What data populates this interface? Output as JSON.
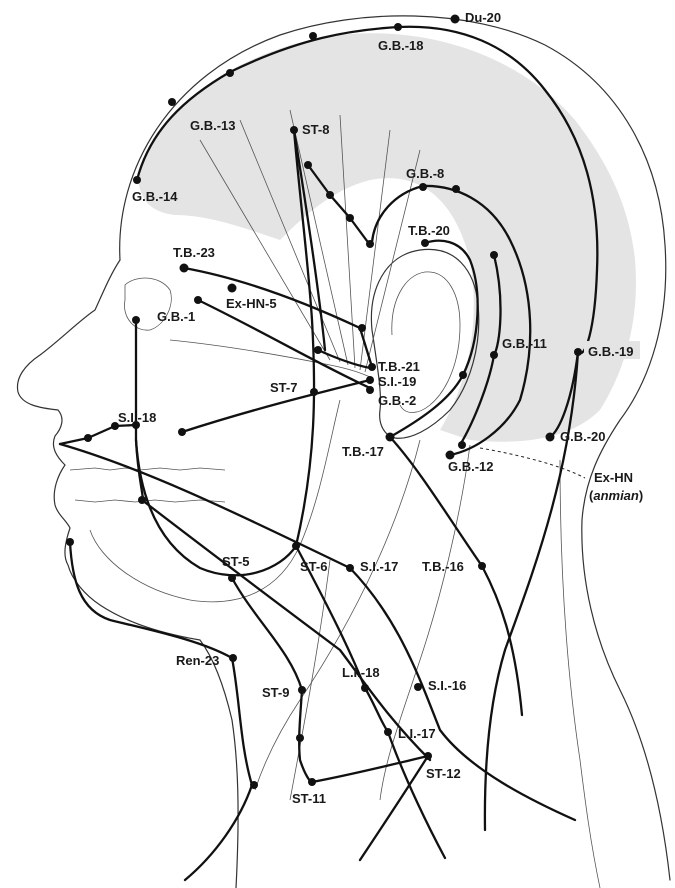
{
  "figure": {
    "points": [
      {
        "id": "du20",
        "label": "Du-20"
      },
      {
        "id": "gb18",
        "label": "G.B.-18"
      },
      {
        "id": "gb13",
        "label": "G.B.-13"
      },
      {
        "id": "st8",
        "label": "ST-8"
      },
      {
        "id": "gb14",
        "label": "G.B.-14"
      },
      {
        "id": "gb8",
        "label": "G.B.-8"
      },
      {
        "id": "tb20",
        "label": "T.B.-20"
      },
      {
        "id": "tb23",
        "label": "T.B.-23"
      },
      {
        "id": "exhn5",
        "label": "Ex-HN-5"
      },
      {
        "id": "gb1",
        "label": "G.B.-1"
      },
      {
        "id": "gb11",
        "label": "G.B.-11"
      },
      {
        "id": "gb19",
        "label": "G.B.-19"
      },
      {
        "id": "tb21",
        "label": "T.B.-21"
      },
      {
        "id": "si19",
        "label": "S.I.-19"
      },
      {
        "id": "st7",
        "label": "ST-7"
      },
      {
        "id": "gb2",
        "label": "G.B.-2"
      },
      {
        "id": "si18",
        "label": "S.I.-18"
      },
      {
        "id": "tb17",
        "label": "T.B.-17"
      },
      {
        "id": "gb20",
        "label": "G.B.-20"
      },
      {
        "id": "gb12",
        "label": "G.B.-12"
      },
      {
        "id": "st5",
        "label": "ST-5"
      },
      {
        "id": "st6",
        "label": "ST-6"
      },
      {
        "id": "si17",
        "label": "S.I.-17"
      },
      {
        "id": "tb16",
        "label": "T.B.-16"
      },
      {
        "id": "ren23",
        "label": "Ren-23"
      },
      {
        "id": "li18",
        "label": "L.I.-18"
      },
      {
        "id": "st9",
        "label": "ST-9"
      },
      {
        "id": "si16",
        "label": "S.I.-16"
      },
      {
        "id": "li17",
        "label": "L.I.-17"
      },
      {
        "id": "st12",
        "label": "ST-12"
      },
      {
        "id": "st11",
        "label": "ST-11"
      }
    ],
    "anmian": {
      "line1": "Ex-HN",
      "line2_open": "(",
      "line2_name": "anmian",
      "line2_close": ")"
    }
  }
}
